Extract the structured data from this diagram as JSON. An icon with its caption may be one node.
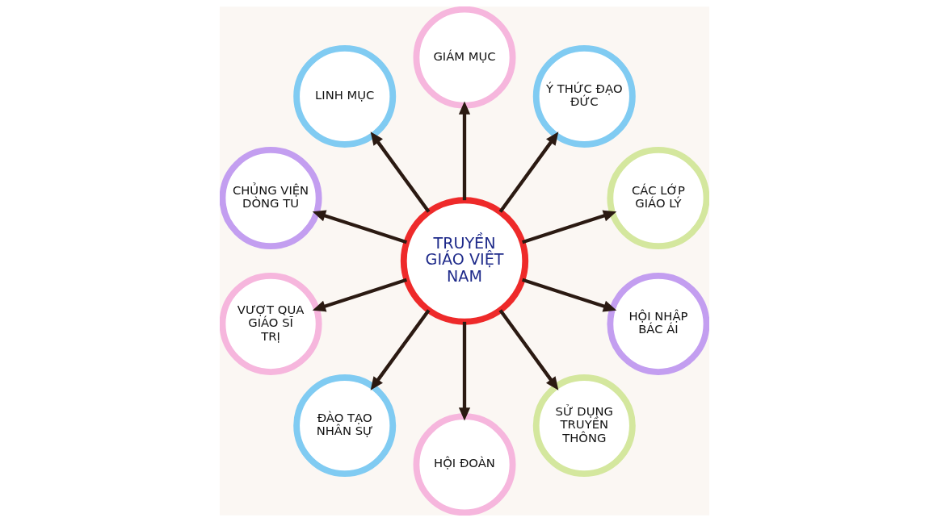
{
  "diagram": {
    "nodes": [
      {
        "text": [
          "TRUYỀN GIÁO VIỆT NAM"
        ]
      },
      {
        "text": [
          "CÁC LỚP GIÁO LÝ"
        ]
      },
      {
        "text": [
          "Ý THỨC ĐẠO ĐỨC"
        ]
      },
      {
        "text": [
          "GIÁM MỤC"
        ]
      },
      {
        "text": [
          "LINH MỤC"
        ]
      },
      {
        "text": [
          "CHỦNG VIỆN DÒNG TU"
        ]
      },
      {
        "text": [
          "VƯỢT QUA GIÁO SĨ TRỊ"
        ]
      },
      {
        "text": [
          "ĐÀO TẠO NHÂN SỰ"
        ]
      },
      {
        "text": [
          "HỘI ĐOÀN"
        ]
      },
      {
        "text": [
          "SỬ DỤNG TRUYỀN THÔNG"
        ]
      },
      {
        "text": [
          "HỘI NHẬP BÁC ÁI"
        ]
      }
    ],
    "edges": [
      {
        "from": 0,
        "to": 1,
        "arrow": "to"
      },
      {
        "from": 0,
        "to": 2,
        "arrow": "to"
      },
      {
        "from": 0,
        "to": 3,
        "arrow": "to"
      },
      {
        "from": 0,
        "to": 4,
        "arrow": "to"
      },
      {
        "from": 0,
        "to": 5,
        "arrow": "to"
      },
      {
        "from": 0,
        "to": 6,
        "arrow": "to"
      },
      {
        "from": 0,
        "to": 7,
        "arrow": "to"
      },
      {
        "from": 0,
        "to": 8,
        "arrow": "to"
      },
      {
        "from": 0,
        "to": 9,
        "arrow": "to"
      },
      {
        "from": 0,
        "to": 10,
        "arrow": "to"
      }
    ]
  }
}
